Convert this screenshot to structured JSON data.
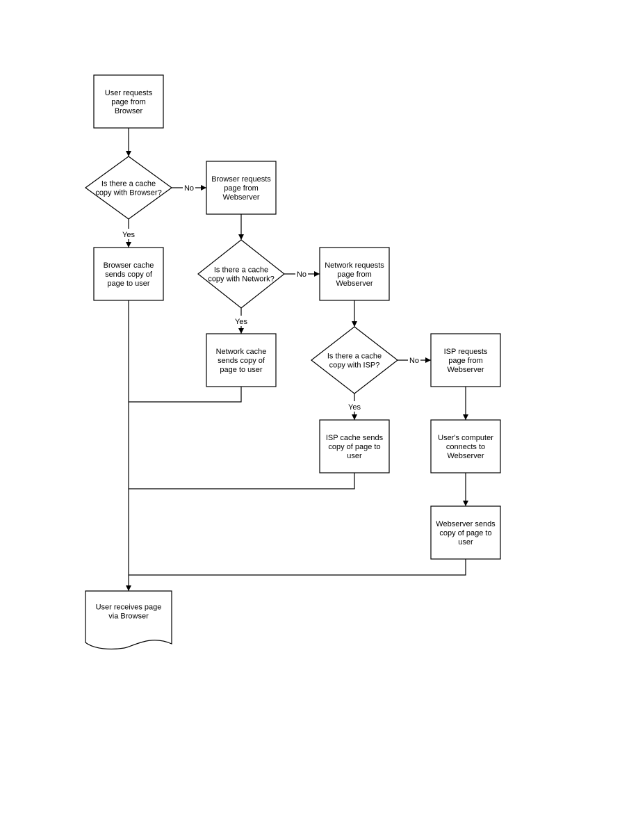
{
  "diagram": {
    "nodes": {
      "n_request": {
        "shape": "rect",
        "lines": [
          "User requests",
          "page from",
          "Browser"
        ]
      },
      "n_dec_browser": {
        "shape": "diamond",
        "lines": [
          "Is there a cache",
          "copy with Browser?"
        ]
      },
      "n_browser_req": {
        "shape": "rect",
        "lines": [
          "Browser requests",
          "page from",
          "Webserver"
        ]
      },
      "n_browser_cache": {
        "shape": "rect",
        "lines": [
          "Browser cache",
          "sends copy of",
          "page to user"
        ]
      },
      "n_dec_network": {
        "shape": "diamond",
        "lines": [
          "Is there a cache",
          "copy with Network?"
        ]
      },
      "n_network_req": {
        "shape": "rect",
        "lines": [
          "Network requests",
          "page from",
          "Webserver"
        ]
      },
      "n_network_cache": {
        "shape": "rect",
        "lines": [
          "Network cache",
          "sends copy of",
          "page to user"
        ]
      },
      "n_dec_isp": {
        "shape": "diamond",
        "lines": [
          "Is there a cache",
          "copy with ISP?"
        ]
      },
      "n_isp_req": {
        "shape": "rect",
        "lines": [
          "ISP requests",
          "page from",
          "Webserver"
        ]
      },
      "n_isp_cache": {
        "shape": "rect",
        "lines": [
          "ISP cache sends",
          "copy of page to",
          "user"
        ]
      },
      "n_connect": {
        "shape": "rect",
        "lines": [
          "User's computer",
          "connects to",
          "Webserver"
        ]
      },
      "n_web_sends": {
        "shape": "rect",
        "lines": [
          "Webserver sends",
          "copy of page to",
          "user"
        ]
      },
      "n_receive": {
        "shape": "document",
        "lines": [
          "User receives page",
          "via Browser"
        ]
      }
    },
    "edges": [
      {
        "from": "n_request",
        "to": "n_dec_browser",
        "label": ""
      },
      {
        "from": "n_dec_browser",
        "to": "n_browser_req",
        "label": "No"
      },
      {
        "from": "n_dec_browser",
        "to": "n_browser_cache",
        "label": "Yes"
      },
      {
        "from": "n_browser_req",
        "to": "n_dec_network",
        "label": ""
      },
      {
        "from": "n_dec_network",
        "to": "n_network_req",
        "label": "No"
      },
      {
        "from": "n_dec_network",
        "to": "n_network_cache",
        "label": "Yes"
      },
      {
        "from": "n_network_req",
        "to": "n_dec_isp",
        "label": ""
      },
      {
        "from": "n_dec_isp",
        "to": "n_isp_req",
        "label": "No"
      },
      {
        "from": "n_dec_isp",
        "to": "n_isp_cache",
        "label": "Yes"
      },
      {
        "from": "n_isp_req",
        "to": "n_connect",
        "label": ""
      },
      {
        "from": "n_connect",
        "to": "n_web_sends",
        "label": ""
      },
      {
        "from": "n_browser_cache",
        "to": "n_receive",
        "label": ""
      },
      {
        "from": "n_network_cache",
        "to": "n_receive",
        "label": ""
      },
      {
        "from": "n_isp_cache",
        "to": "n_receive",
        "label": ""
      },
      {
        "from": "n_web_sends",
        "to": "n_receive",
        "label": ""
      }
    ]
  }
}
